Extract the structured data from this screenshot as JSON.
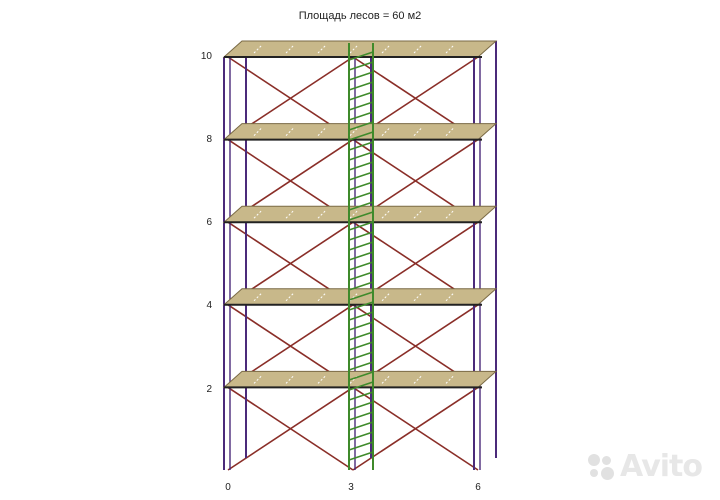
{
  "title": "Площадь лесов = 60 м2",
  "y_axis": {
    "ticks": [
      "10",
      "8",
      "6",
      "4",
      "2"
    ]
  },
  "x_axis": {
    "ticks": [
      "0",
      "3",
      "6"
    ]
  },
  "scaffold": {
    "levels": 5,
    "sections": 2,
    "width_m": 6,
    "height_m": 10,
    "deck_levels": [
      2,
      4,
      6,
      8,
      10
    ],
    "ladder_position_m": 3
  },
  "colors": {
    "frame": "#4b2a7a",
    "brace": "#8a2e28",
    "deck_fill": "#c8b88a",
    "deck_edge": "#7a6a45",
    "ladder": "#3f8a2b"
  },
  "watermark": {
    "text": "Avito"
  }
}
